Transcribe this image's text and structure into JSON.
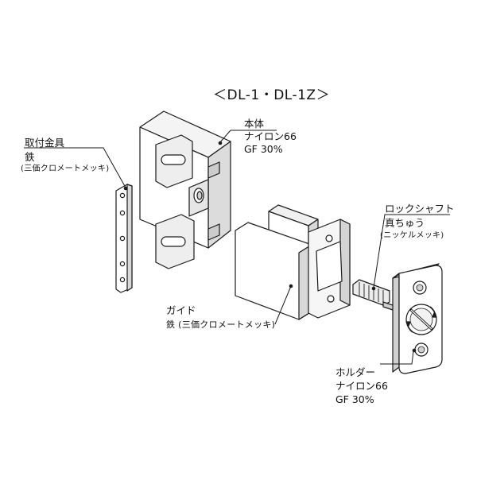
{
  "title": "＜DL-1・DL-1Z＞",
  "labels": {
    "bracket": {
      "name": "取付金具",
      "material": "鉄",
      "finish": "(三価クロメートメッキ)"
    },
    "body": {
      "name": "本体",
      "material": "ナイロン66",
      "grade": "GF 30%"
    },
    "shaft": {
      "name": "ロックシャフト",
      "material": "真ちゅう",
      "finish": "(ニッケルメッキ)"
    },
    "guide": {
      "name": "ガイド",
      "material_finish": "鉄 (三価クロメートメッキ)"
    },
    "holder": {
      "name": "ホルダー",
      "material": "ナイロン66",
      "grade": "GF 30%"
    }
  }
}
